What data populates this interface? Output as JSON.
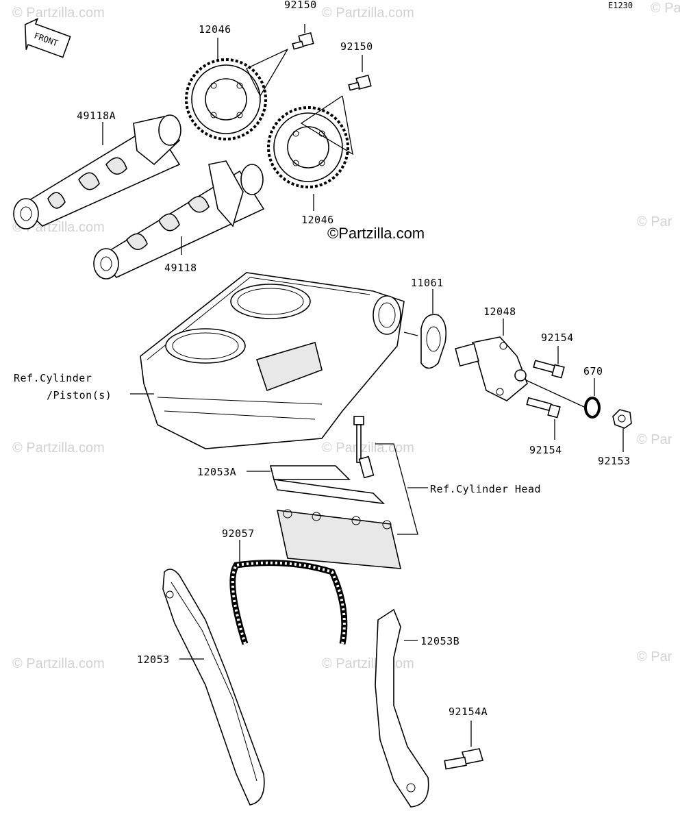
{
  "diagram": {
    "code": "E1230",
    "front_label": "FRONT",
    "brand": "©Partzilla.com",
    "watermark": "© Partzilla.com",
    "watermark_edge": "© Par",
    "parts": {
      "bolt_92150_a": "92150",
      "bolt_92150_b": "92150",
      "sprocket_12046_a": "12046",
      "sprocket_12046_b": "12046",
      "camshaft_49118a": "49118A",
      "camshaft_49118": "49118",
      "gasket_11061": "11061",
      "tensioner_12048": "12048",
      "bolt_92154_a": "92154",
      "bolt_92154_b": "92154",
      "oring_670": "670",
      "nut_92153": "92153",
      "guide_12053a": "12053A",
      "chain_92057": "92057",
      "guide_12053": "12053",
      "guide_12053b": "12053B",
      "bolt_92154a": "92154A"
    },
    "refs": {
      "cylinder_line1": "Ref.Cylinder",
      "cylinder_line2": "/Piston(s)",
      "cylinder_head": "Ref.Cylinder Head"
    }
  }
}
